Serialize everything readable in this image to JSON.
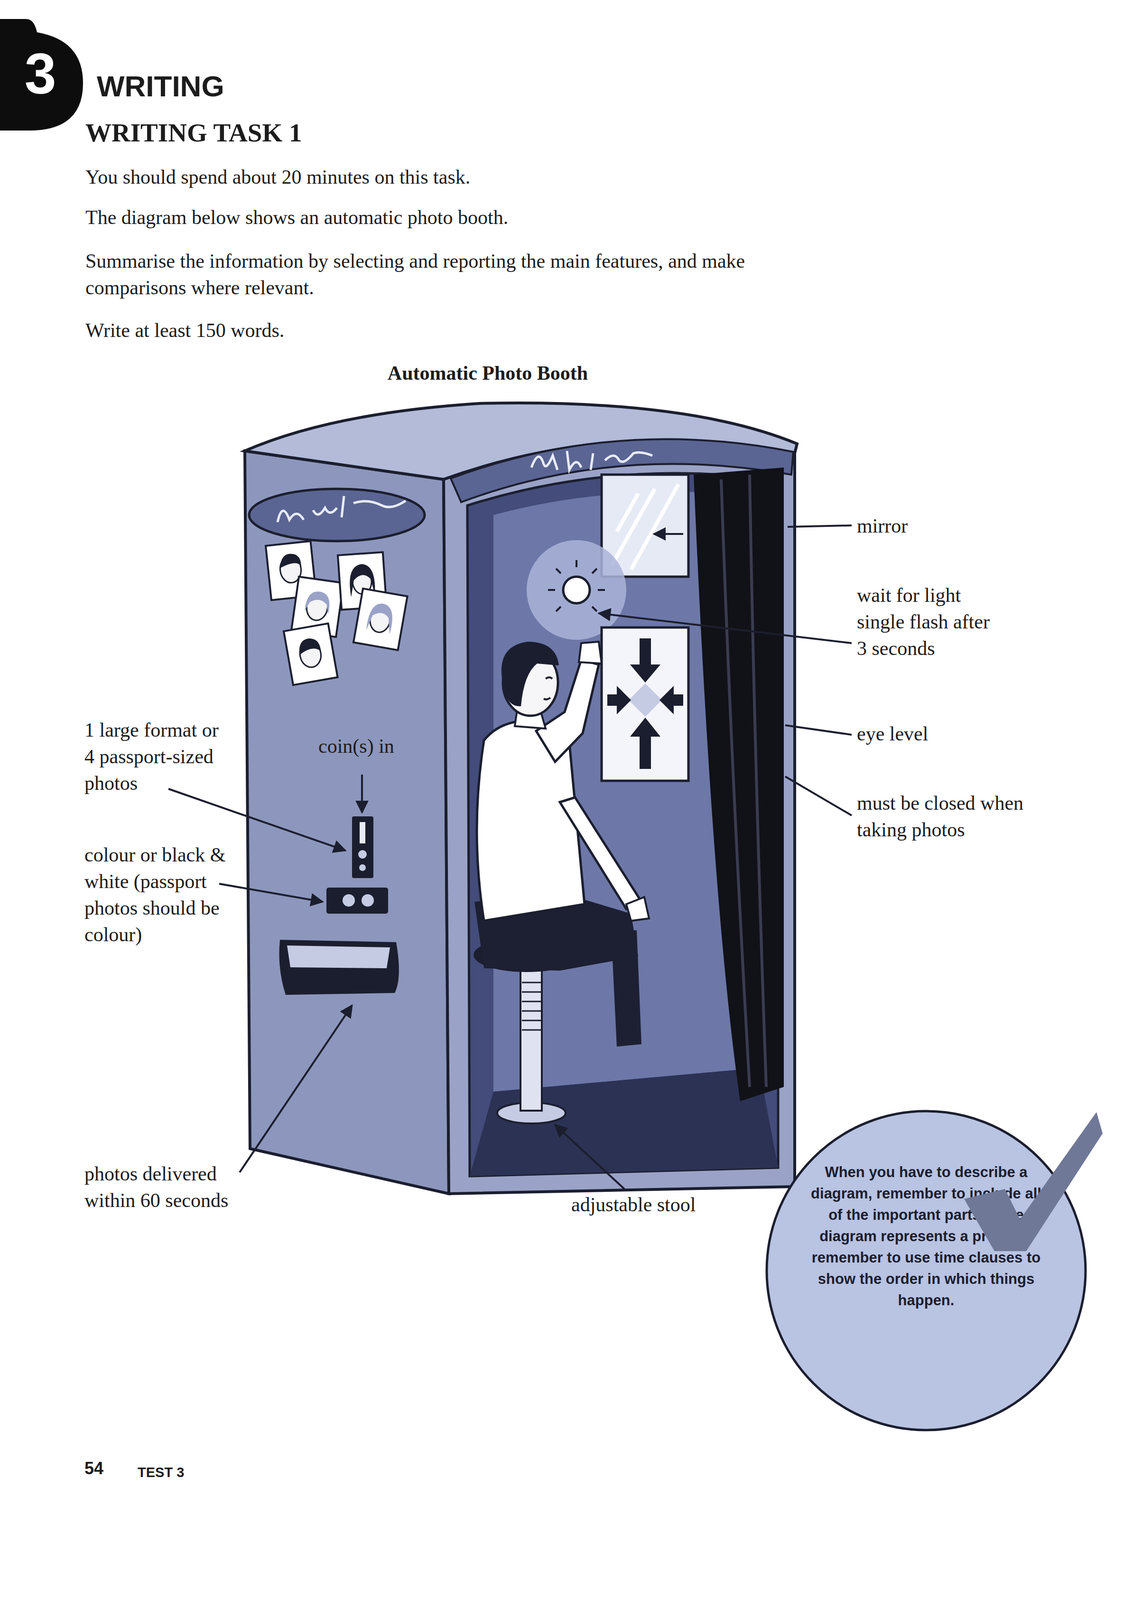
{
  "diagram": {
    "title": "Automatic Photo Booth",
    "nodes": [
      {
        "text": [
          "3"
        ]
      },
      {
        "text": [
          "When you have to describe a diagram, remember to include all of the important parts. If the diagram represents a process, remember to use time clauses to show the order in which things happen."
        ]
      }
    ],
    "labels": [
      "WRITING",
      "WRITING TASK 1",
      "You should spend about 20 minutes on this task.",
      "The diagram below shows an automatic photo booth.",
      "Summarise the information by selecting and reporting the main features, and make comparisons where relevant.",
      "Write at least 150 words.",
      "mirror",
      "wait for light single flash after 3 seconds",
      "eye level",
      "must be closed when taking photos",
      "1 large format or 4 passport-sized photos",
      "coin(s) in",
      "colour or black & white (passport photos should be colour)",
      "photos delivered within 60 seconds",
      "adjustable stool",
      "54",
      "TEST 3"
    ]
  }
}
